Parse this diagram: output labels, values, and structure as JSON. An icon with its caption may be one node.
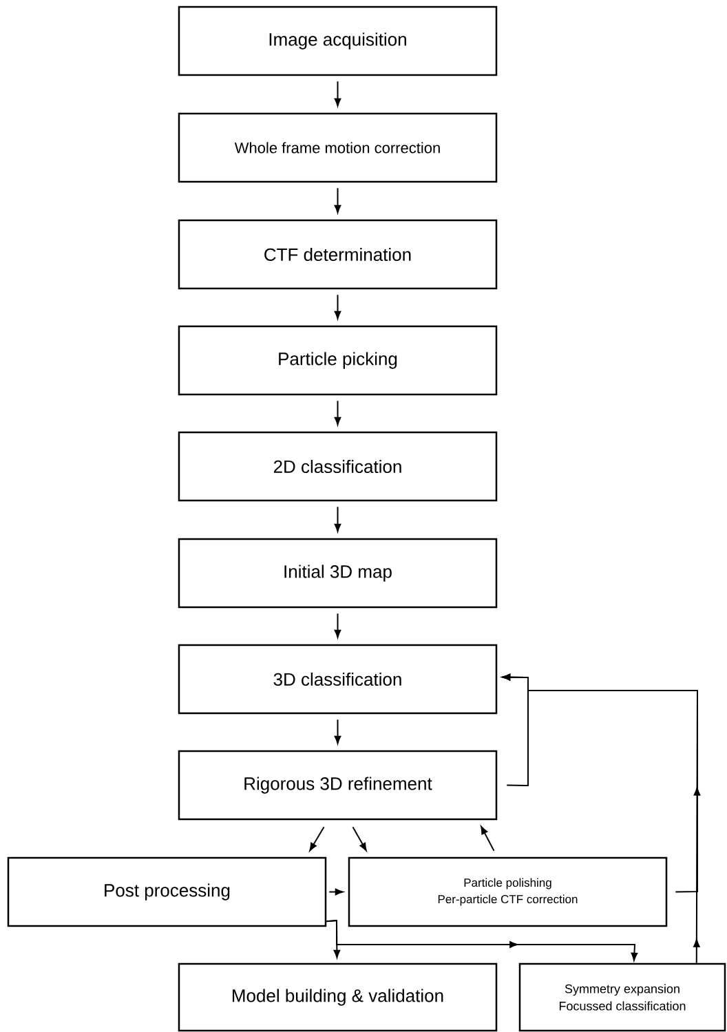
{
  "diagram": {
    "nodes": [
      {
        "text": [
          "Image acquisition"
        ]
      },
      {
        "text": [
          "Whole frame motion correction"
        ]
      },
      {
        "text": [
          "CTF determination"
        ]
      },
      {
        "text": [
          "Particle picking"
        ]
      },
      {
        "text": [
          "2D classification"
        ]
      },
      {
        "text": [
          "Initial 3D map"
        ]
      },
      {
        "text": [
          "3D classification"
        ]
      },
      {
        "text": [
          "Rigorous 3D refinement"
        ]
      },
      {
        "text": [
          "Post processing"
        ]
      },
      {
        "text": [
          "Particle polishing",
          "Per-particle CTF correction"
        ]
      },
      {
        "text": [
          "Model building & validation"
        ]
      },
      {
        "text": [
          "Symmetry expansion",
          "Focussed classification"
        ]
      }
    ],
    "edges": [
      {
        "from": 0,
        "to": 1,
        "arrow": "to"
      },
      {
        "from": 1,
        "to": 2,
        "arrow": "to"
      },
      {
        "from": 2,
        "to": 3,
        "arrow": "to"
      },
      {
        "from": 3,
        "to": 4,
        "arrow": "to"
      },
      {
        "from": 4,
        "to": 5,
        "arrow": "to"
      },
      {
        "from": 5,
        "to": 6,
        "arrow": "to"
      },
      {
        "from": 6,
        "to": 7,
        "arrow": "to"
      },
      {
        "from": 7,
        "to": 6,
        "arrow": "to"
      },
      {
        "from": 7,
        "to": 8,
        "arrow": "to"
      },
      {
        "from": 7,
        "to": 9,
        "arrow": "to"
      },
      {
        "from": 9,
        "to": 7,
        "arrow": "to"
      },
      {
        "from": 8,
        "to": 9,
        "arrow": "to"
      },
      {
        "from": 8,
        "to": 10,
        "arrow": "to"
      },
      {
        "from": 8,
        "to": 11,
        "arrow": "to"
      },
      {
        "from": 9,
        "to": 6,
        "arrow": "to"
      },
      {
        "from": 11,
        "to": 6,
        "arrow": "to"
      }
    ]
  }
}
